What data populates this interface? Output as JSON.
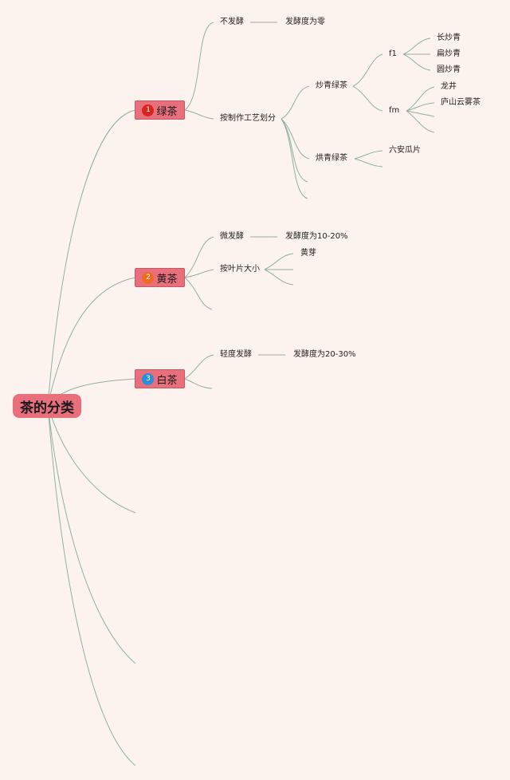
{
  "root": {
    "label": "茶的分类"
  },
  "colors": {
    "background": "#fdf3ee",
    "node": "#ea6f7d",
    "edge": "#8fb19c",
    "badge_red": "#d6261c",
    "badge_orange": "#ef6a1a",
    "badge_blue": "#2b8fd6"
  },
  "branches": [
    {
      "badge": "1",
      "label": "绿茶",
      "children": [
        {
          "label": "不发酵",
          "detail": "发酵度为零"
        },
        {
          "label": "按制作工艺划分",
          "children": [
            {
              "label": "炒青绿茶",
              "children": [
                {
                  "label": "f1",
                  "children": [
                    "长炒青",
                    "扁炒青",
                    "圆炒青"
                  ]
                },
                {
                  "label": "fm",
                  "children": [
                    "龙井",
                    "庐山云雾茶"
                  ]
                }
              ]
            },
            {
              "label": "烘青绿茶",
              "children": [
                "六安瓜片"
              ]
            }
          ]
        }
      ]
    },
    {
      "badge": "2",
      "label": "黄茶",
      "children": [
        {
          "label": "微发酵",
          "detail": "发酵度为10-20%"
        },
        {
          "label": "按叶片大小",
          "children": [
            "黄芽"
          ]
        }
      ]
    },
    {
      "badge": "3",
      "label": "白茶",
      "children": [
        {
          "label": "轻度发酵",
          "detail": "发酵度为20-30%"
        }
      ]
    }
  ]
}
